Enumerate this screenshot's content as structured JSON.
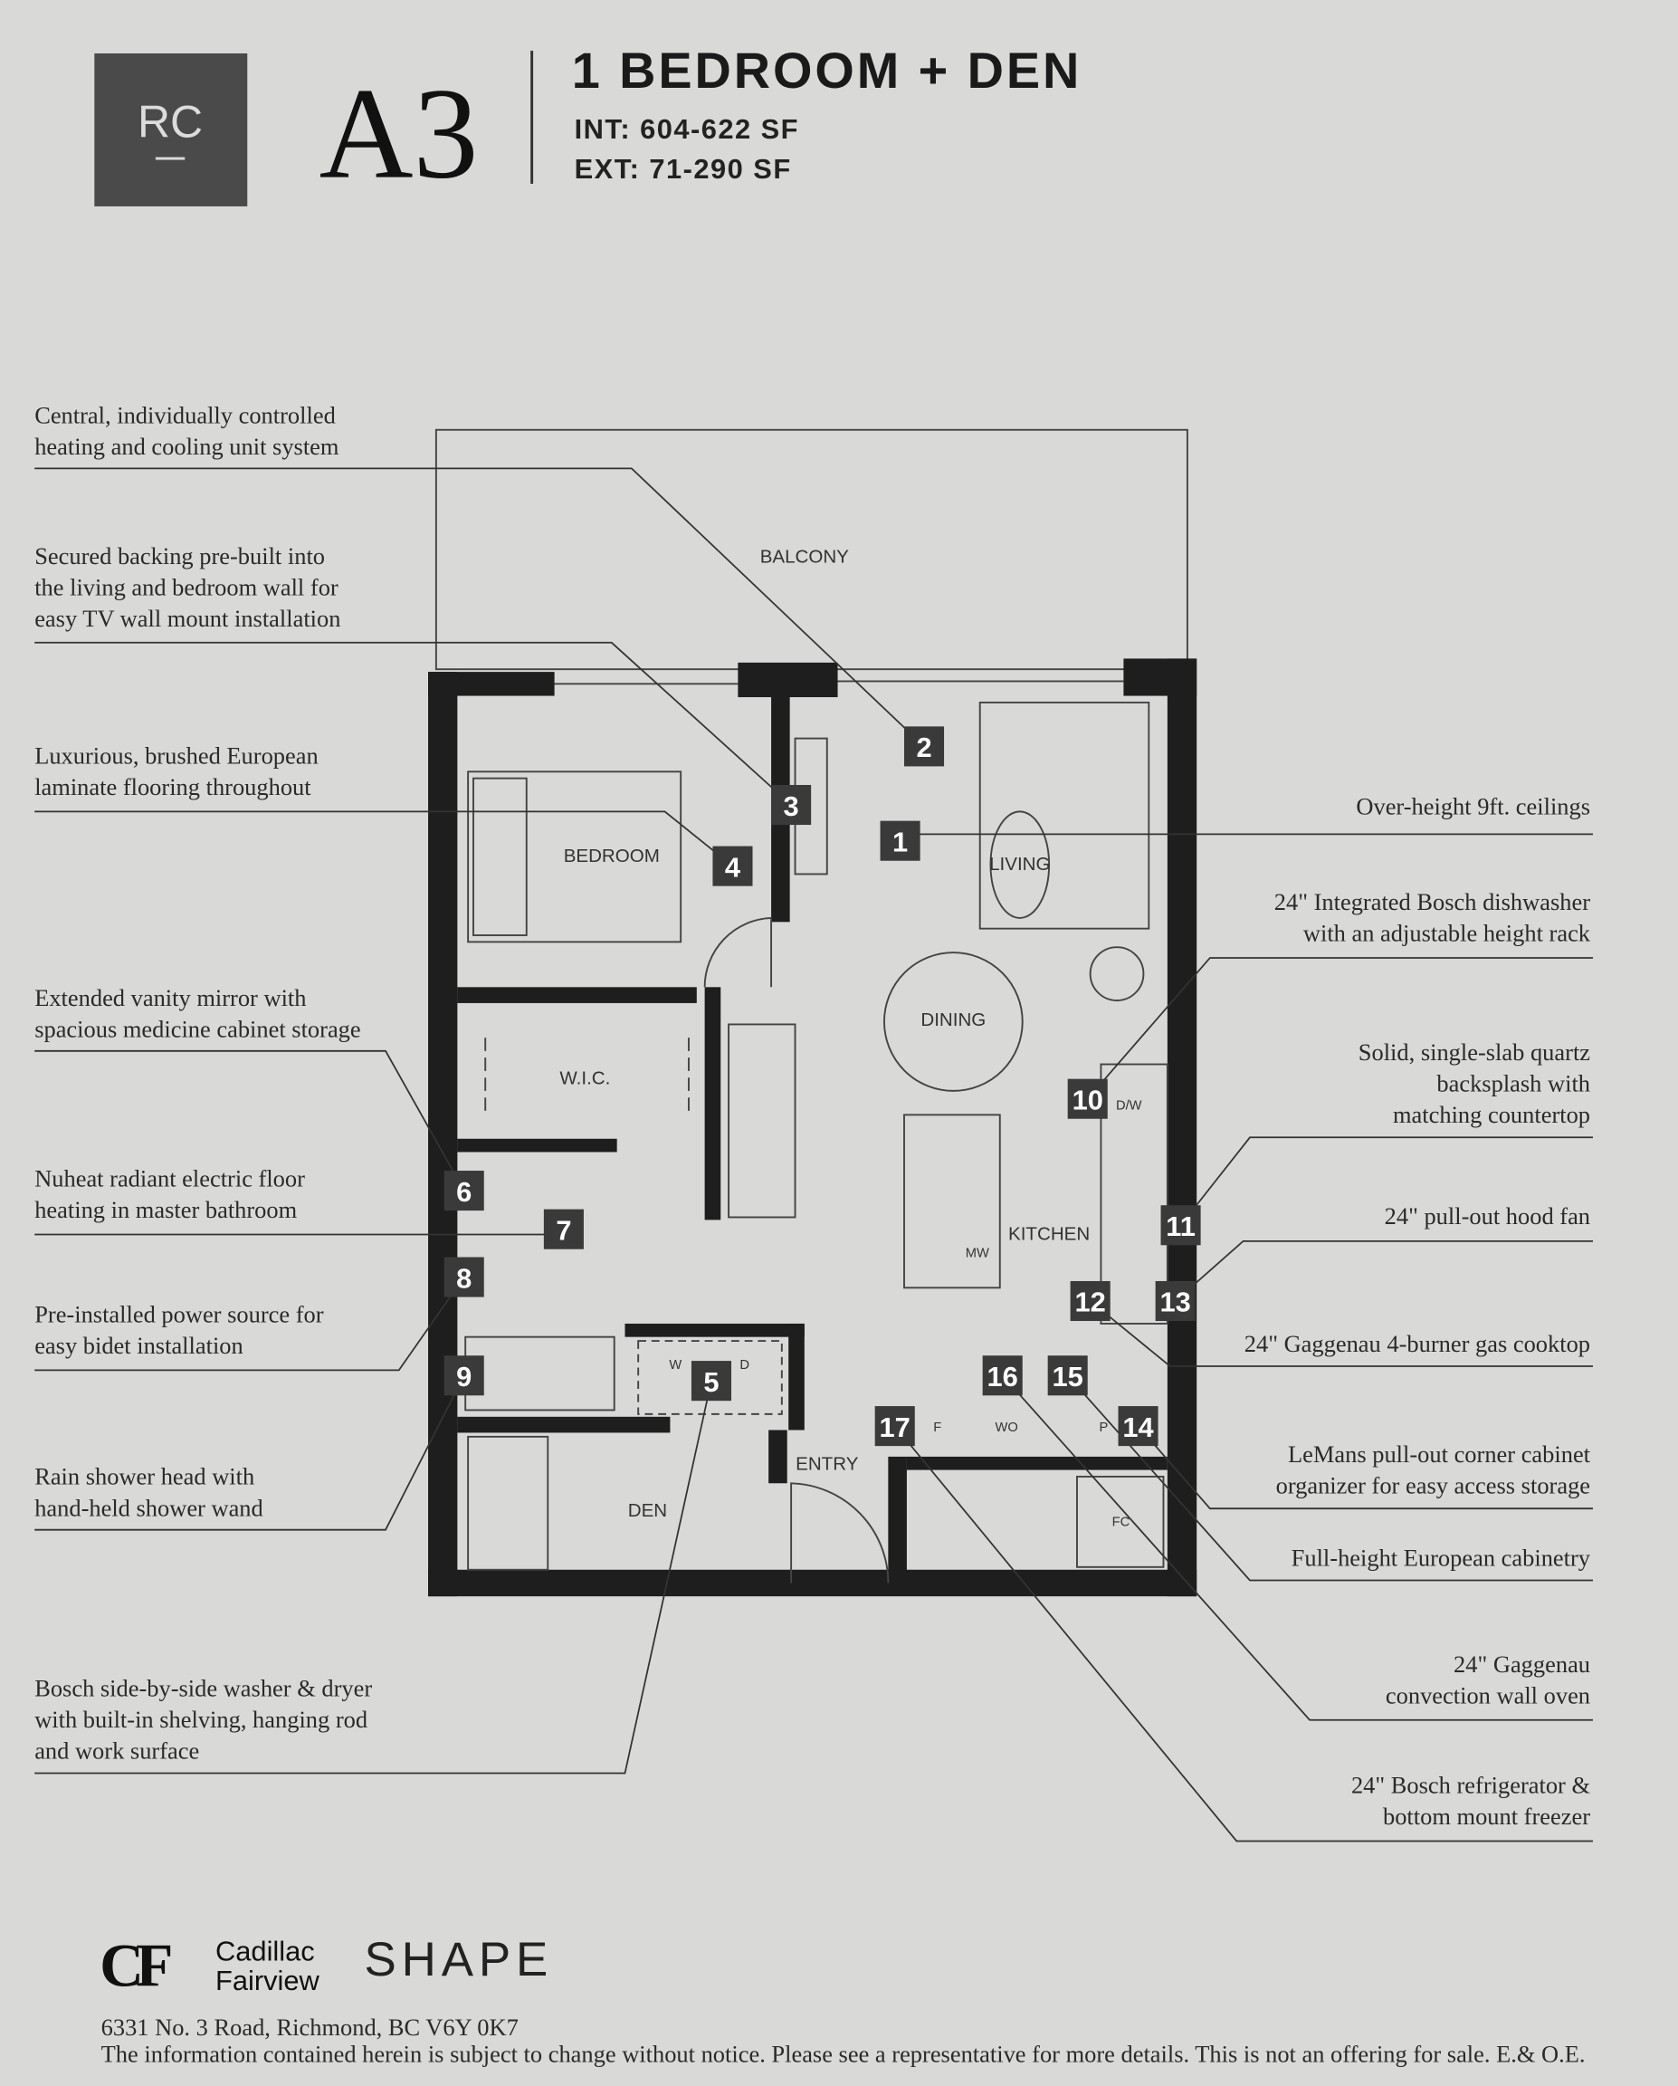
{
  "header": {
    "logo_text": "RC",
    "plan_code": "A3",
    "unit_type": "1 BEDROOM + DEN",
    "interior_area": "INT: 604-622 SF",
    "exterior_area": "EXT: 71-290 SF"
  },
  "rooms": {
    "balcony": "BALCONY",
    "bedroom": "BEDROOM",
    "living": "LIVING",
    "dining": "DINING",
    "wic": "W.I.C.",
    "kitchen": "KITCHEN",
    "mw": "MW",
    "dw": "D/W",
    "den": "DEN",
    "entry": "ENTRY",
    "washer": "W",
    "dryer": "D",
    "fridge": "F",
    "wall_oven": "WO",
    "pantry": "P",
    "coat": "FC"
  },
  "callouts_left": [
    {
      "number": "2",
      "lines": [
        "Central, individually controlled",
        "heating and cooling unit system"
      ]
    },
    {
      "number": "3",
      "lines": [
        "Secured backing pre-built into",
        "the living and bedroom wall for",
        "easy TV wall mount installation"
      ]
    },
    {
      "number": "4",
      "lines": [
        "Luxurious, brushed European",
        "laminate flooring throughout"
      ]
    },
    {
      "number": "6",
      "lines": [
        "Extended vanity mirror with",
        "spacious medicine cabinet storage"
      ]
    },
    {
      "number": "7",
      "lines": [
        "Nuheat radiant electric floor",
        "heating in master bathroom"
      ]
    },
    {
      "number": "8",
      "lines": [
        "Pre-installed power source for",
        "easy bidet installation"
      ]
    },
    {
      "number": "9",
      "lines": [
        "Rain shower head with",
        "hand-held shower wand"
      ]
    },
    {
      "number": "5",
      "lines": [
        "Bosch side-by-side washer & dryer",
        "with built-in shelving, hanging rod",
        "and work surface"
      ]
    }
  ],
  "callouts_right": [
    {
      "number": "1",
      "lines": [
        "Over-height 9ft. ceilings"
      ]
    },
    {
      "number": "10",
      "lines": [
        "24\" Integrated Bosch dishwasher",
        "with an adjustable height rack"
      ]
    },
    {
      "number": "11",
      "lines": [
        "Solid, single-slab quartz",
        "backsplash with",
        "matching countertop"
      ]
    },
    {
      "number": "13",
      "lines": [
        "24\" pull-out hood fan"
      ]
    },
    {
      "number": "12",
      "lines": [
        "24\" Gaggenau 4-burner gas cooktop"
      ]
    },
    {
      "number": "14",
      "lines": [
        "LeMans pull-out corner cabinet",
        "organizer for easy access storage"
      ]
    },
    {
      "number": "15",
      "lines": [
        "Full-height European cabinetry"
      ]
    },
    {
      "number": "16",
      "lines": [
        "24\" Gaggenau",
        "convection wall oven"
      ]
    },
    {
      "number": "17",
      "lines": [
        "24\" Bosch refrigerator &",
        "bottom mount freezer"
      ]
    }
  ],
  "footer": {
    "developer_logo": "CF",
    "developer_name_1": "Cadillac",
    "developer_name_2": "Fairview",
    "marketing_logo": "SHAPE",
    "address": "6331 No. 3 Road, Richmond, BC  V6Y 0K7",
    "disclaimer": "The information contained herein is subject to change without notice. Please see a representative for more details. This is not an offering for sale. E.& O.E."
  },
  "colors": {
    "background": "#d9d9d7",
    "marker": "#3a3a3a",
    "logo_box": "#4a4a4a"
  }
}
